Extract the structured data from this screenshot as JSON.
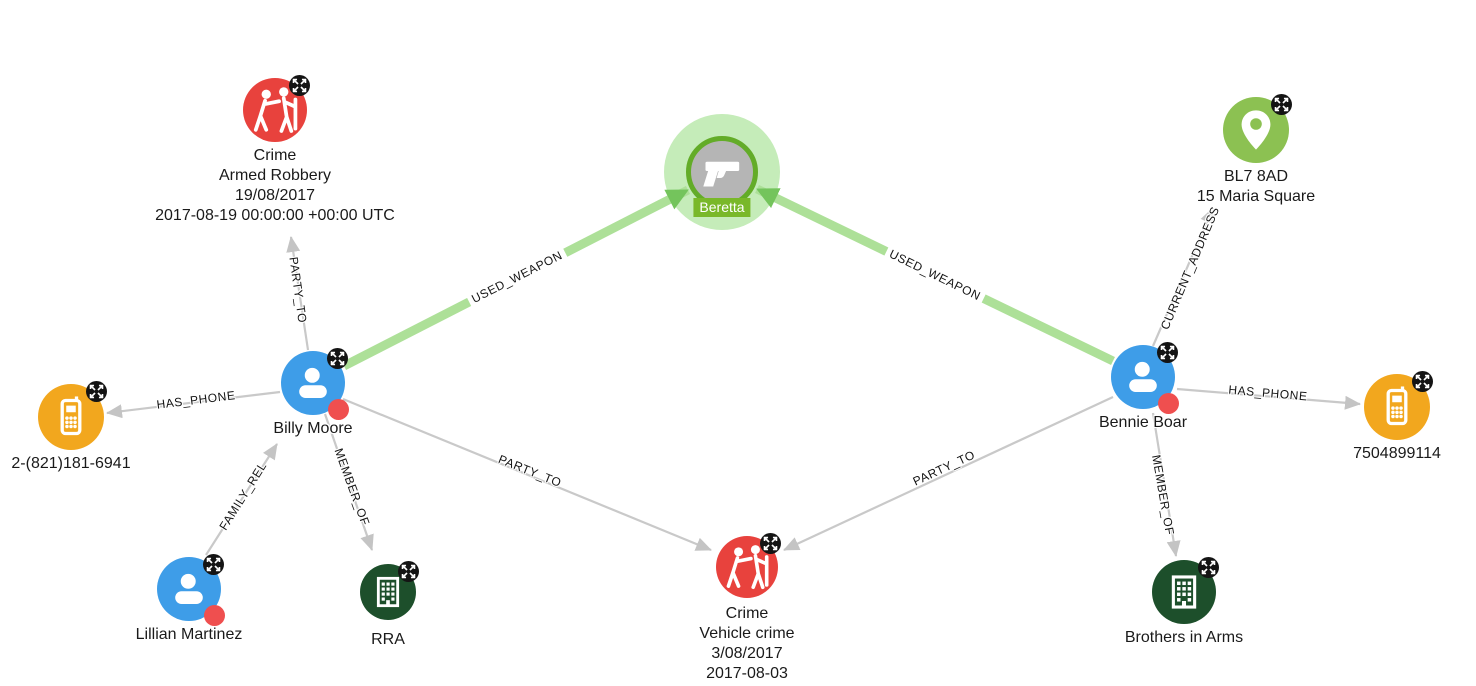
{
  "nodes": {
    "armed_robbery": {
      "icon": "crime-icon",
      "lines": [
        "Crime",
        "Armed Robbery",
        "19/08/2017",
        "2017-08-19 00:00:00 +00:00 UTC"
      ]
    },
    "beretta": {
      "icon": "weapon-icon",
      "label": "Beretta",
      "selected": true
    },
    "address": {
      "icon": "location-pin-icon",
      "lines": [
        "BL7 8AD",
        "15 Maria Square"
      ]
    },
    "billy": {
      "icon": "person-icon",
      "label": "Billy Moore"
    },
    "bennie": {
      "icon": "person-icon",
      "label": "Bennie Boar"
    },
    "phone_billy": {
      "icon": "phone-icon",
      "label": "2-(821)181-6941"
    },
    "phone_bennie": {
      "icon": "phone-icon",
      "label": "7504899114"
    },
    "lillian": {
      "icon": "person-icon",
      "label": "Lillian Martinez"
    },
    "rra": {
      "icon": "organisation-icon",
      "label": "RRA"
    },
    "vehicle_crime": {
      "icon": "crime-icon",
      "lines": [
        "Crime",
        "Vehicle crime",
        "3/08/2017",
        "2017-08-03"
      ]
    },
    "brothers": {
      "icon": "organisation-icon",
      "label": "Brothers in Arms"
    }
  },
  "edges": [
    {
      "from": "billy",
      "to": "armed_robbery",
      "label": "PARTY_TO"
    },
    {
      "from": "billy",
      "to": "beretta",
      "label": "USED_WEAPON",
      "highlighted": true
    },
    {
      "from": "bennie",
      "to": "beretta",
      "label": "USED_WEAPON",
      "highlighted": true
    },
    {
      "from": "billy",
      "to": "phone_billy",
      "label": "HAS_PHONE"
    },
    {
      "from": "lillian",
      "to": "billy",
      "label": "FAMILY_REL"
    },
    {
      "from": "billy",
      "to": "rra",
      "label": "MEMBER_OF"
    },
    {
      "from": "billy",
      "to": "vehicle_crime",
      "label": "PARTY_TO"
    },
    {
      "from": "bennie",
      "to": "vehicle_crime",
      "label": "PARTY_TO"
    },
    {
      "from": "bennie",
      "to": "address",
      "label": "CURRENT_ADDRESS"
    },
    {
      "from": "bennie",
      "to": "phone_bennie",
      "label": "HAS_PHONE"
    },
    {
      "from": "bennie",
      "to": "brothers",
      "label": "MEMBER_OF"
    }
  ],
  "colors": {
    "crime": "#e8423d",
    "person": "#3e9de8",
    "phone": "#f2a71e",
    "address": "#8cc152",
    "organisation": "#1d4f2b",
    "weapon_bg": "#b5b5b5",
    "weapon_ring": "#63ac28",
    "selected_label_bg": "#79b829",
    "selection_halo": "#c5ecb9",
    "selected_link": "#ade098",
    "selected_link_arrow": "#74c45c",
    "link": "#c9c9c9",
    "alert_dot": "#ef4f4f",
    "badge_bg": "#141414"
  },
  "icons": {
    "expand-icon": "four diagonal arrows in black circle",
    "person-icon": "white user silhouette",
    "crime-icon": "robbery scene figures",
    "weapon-icon": "pistol",
    "phone-icon": "mobile phone with keypad",
    "location-pin-icon": "map pin",
    "organisation-icon": "office building",
    "alert-dot": "red status dot"
  }
}
